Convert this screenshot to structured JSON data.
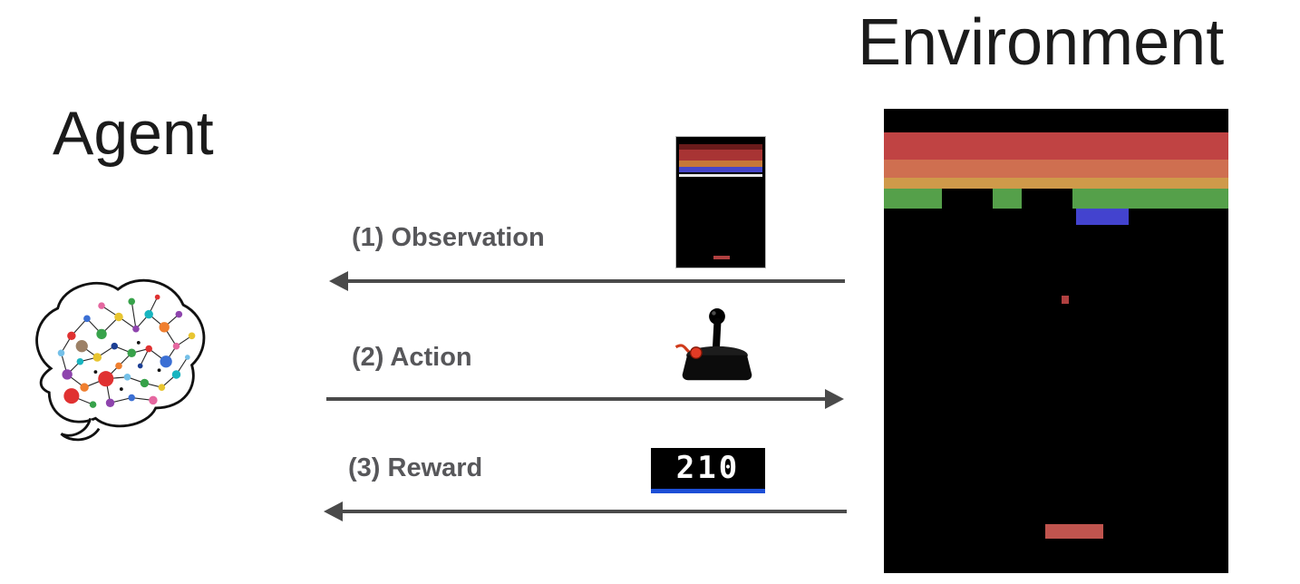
{
  "titles": {
    "agent": "Agent",
    "environment": "Environment"
  },
  "flow": {
    "observation": {
      "label": "(1) Observation",
      "direction": "environment-to-agent"
    },
    "action": {
      "label": "(2) Action",
      "direction": "agent-to-environment"
    },
    "reward": {
      "label": "(3) Reward",
      "direction": "environment-to-agent",
      "score": "210"
    }
  },
  "icons": {
    "agent": "brain-network-illustration",
    "observation": "breakout-frame-thumbnail",
    "action": "atari-joystick-icon",
    "reward": "score-display",
    "environment": "breakout-game-screen"
  },
  "colors": {
    "arrow": "#4a4a4a",
    "flow_label": "#57575a",
    "title": "#1b1b1b",
    "screen_background": "#000000",
    "brick_red": "#c04343",
    "brick_salmon": "#cf6f50",
    "brick_orange": "#cf9a4a",
    "brick_green": "#55a04a",
    "brick_blue": "#4343cf",
    "paddle_red": "#c0544e",
    "ball_red": "#b04040",
    "score_text": "#ffffff",
    "score_underline": "#1d4fd7"
  }
}
